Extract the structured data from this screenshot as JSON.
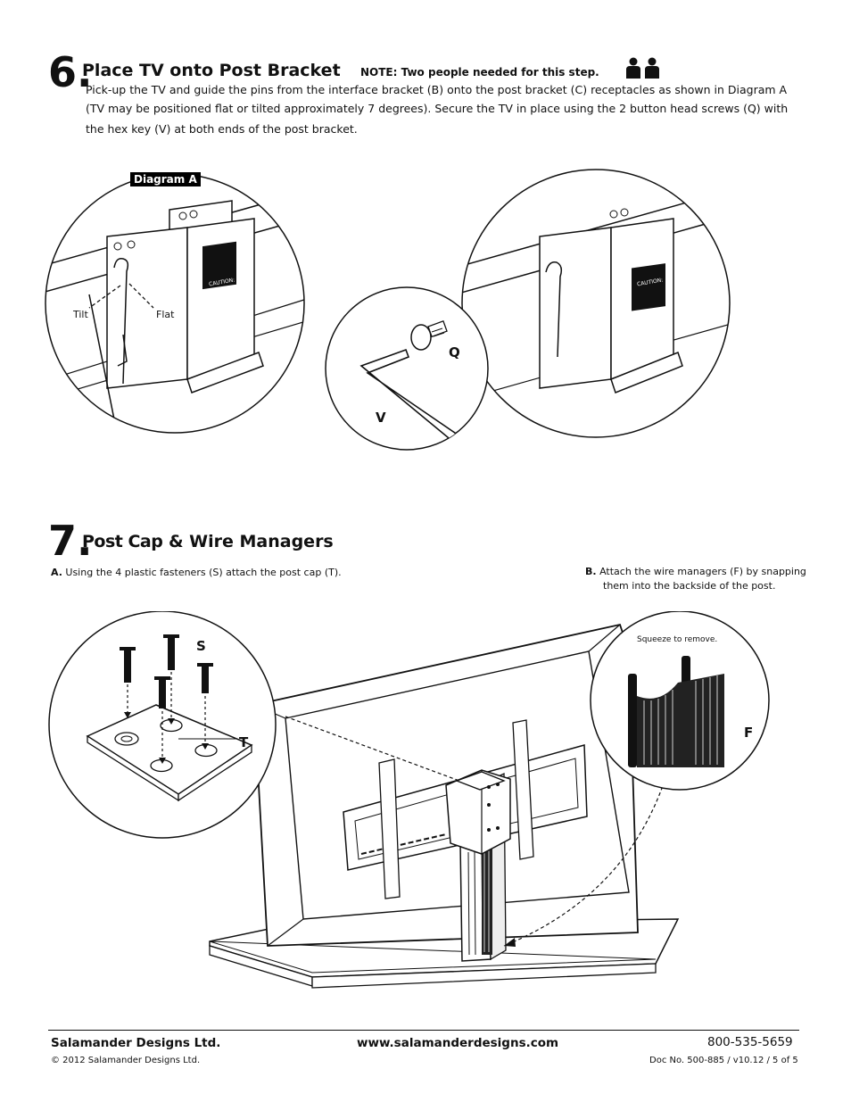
{
  "step6": {
    "number": "6.",
    "title": "Place TV onto Post Bracket",
    "note": "NOTE: Two people needed for this step.",
    "body_line1": "Pick-up the TV and guide the pins from the interface bracket (B) onto the post bracket (C) receptacles as shown in Diagram A",
    "body_line2": "(TV may be positioned flat or tilted approximately 7 degrees). Secure the TV in place using the 2 button head screws (Q) with",
    "body_line3": "the hex key (V) at both ends of the post  bracket.",
    "diagram_label": "Diagram A",
    "tilt_label": "Tilt",
    "flat_label": "Flat",
    "caution_text": "CAUTION:",
    "callout_q": "Q",
    "callout_v": "V"
  },
  "step7": {
    "number": "7.",
    "title_bold": "Post Cap",
    "title_rest": " & Wire Managers",
    "a_prefix": "A.",
    "a_text": " Using the 4 plastic fasteners (S) attach the post cap (T).",
    "b_prefix": "B.",
    "b_text_line1": " Attach the wire managers (F) by snapping",
    "b_text_line2": "them into the backside of the post.",
    "squeeze_text": "Squeeze to remove.",
    "callout_s": "S",
    "callout_t": "T",
    "callout_f": "F"
  },
  "footer": {
    "company": "Salamander Designs Ltd.",
    "website": "www.salamanderdesigns.com",
    "phone": "800-535-5659",
    "copyright": "© 2012 Salamander Designs Ltd.",
    "doc_no": "Doc No. 500-885 / v10.12 / 5 of 5"
  },
  "icons": {
    "people": "two-people-icon"
  }
}
